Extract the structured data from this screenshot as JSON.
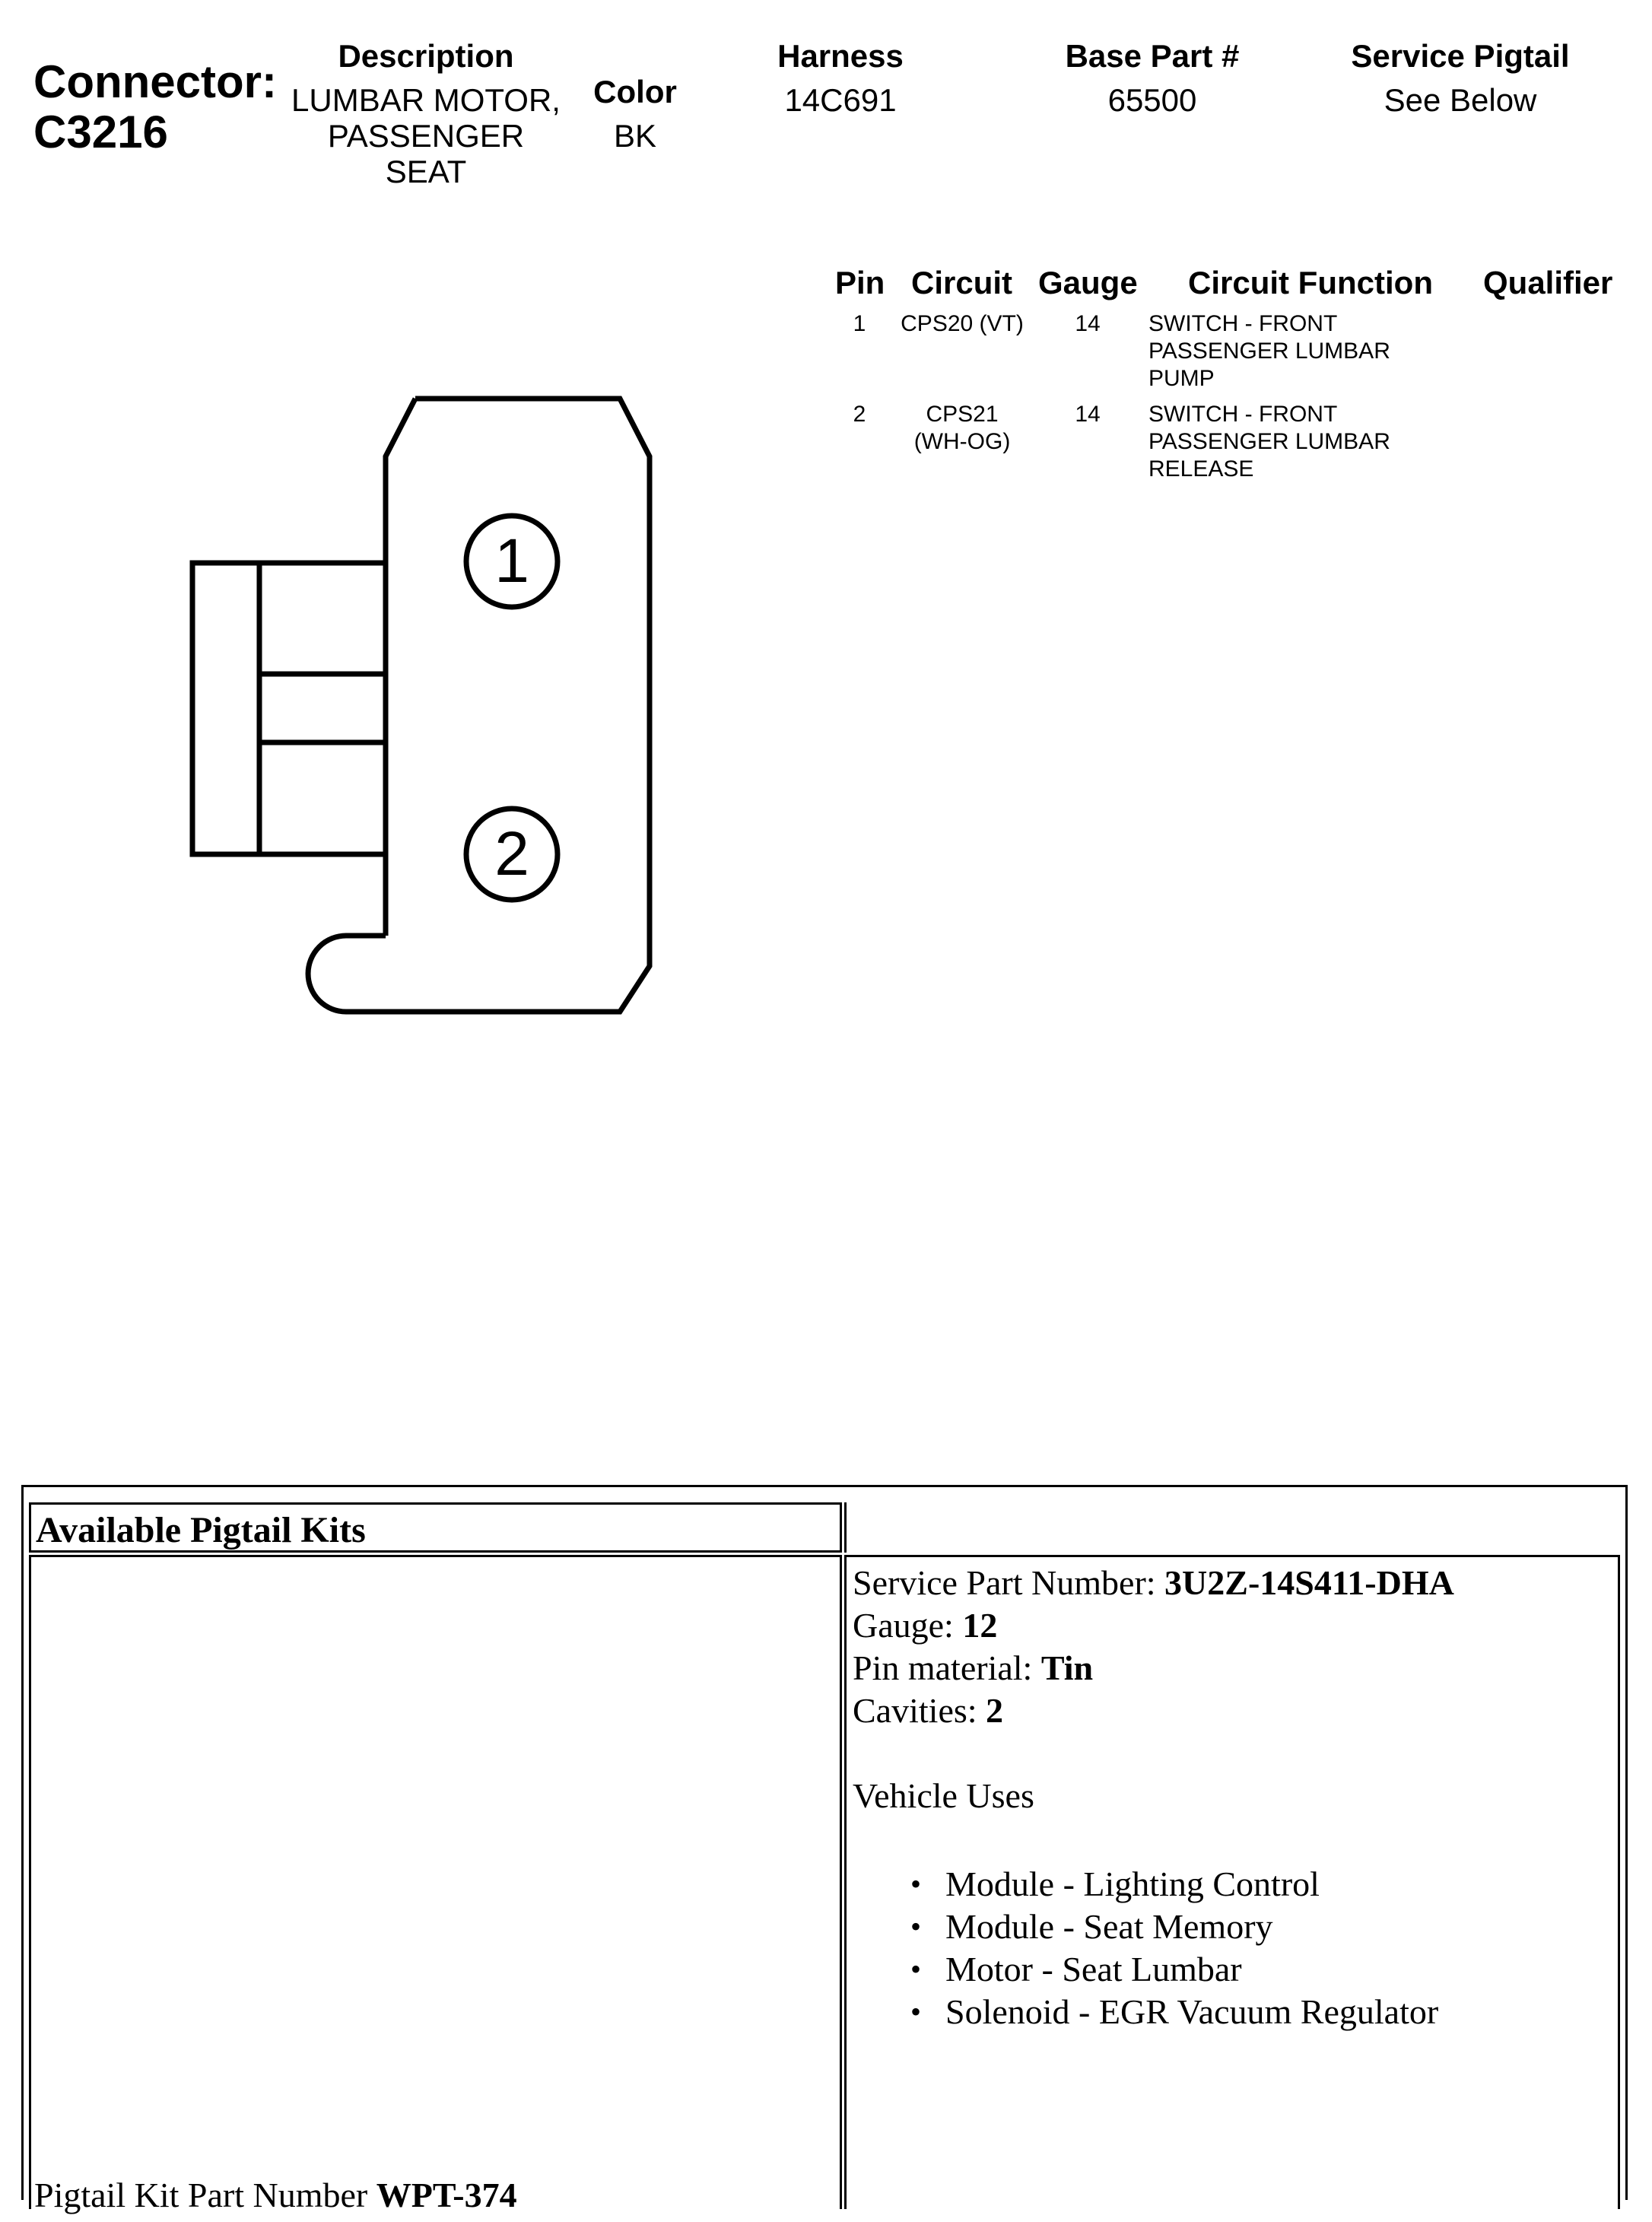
{
  "header": {
    "connector_label": "Connector:",
    "connector_id": "C3216",
    "description_title": "Description",
    "description_lines": [
      "LUMBAR MOTOR,",
      "PASSENGER",
      "SEAT"
    ],
    "color_title": "Color",
    "color_value": "BK",
    "harness_title": "Harness",
    "harness_value": "14C691",
    "base_part_title": "Base Part #",
    "base_part_value": "65500",
    "service_pigtail_title": "Service Pigtail",
    "service_pigtail_value": "See Below"
  },
  "pin_table": {
    "headers": {
      "pin": "Pin",
      "circuit": "Circuit",
      "gauge": "Gauge",
      "function": "Circuit Function",
      "qualifier": "Qualifier"
    },
    "rows": [
      {
        "pin": "1",
        "circuit_lines": [
          "CPS20 (VT)"
        ],
        "gauge": "14",
        "function_lines": [
          "SWITCH - FRONT",
          "PASSENGER LUMBAR",
          "PUMP"
        ],
        "qualifier": ""
      },
      {
        "pin": "2",
        "circuit_lines": [
          "CPS21",
          "(WH-OG)"
        ],
        "gauge": "14",
        "function_lines": [
          "SWITCH - FRONT",
          "PASSENGER LUMBAR",
          "RELEASE"
        ],
        "qualifier": ""
      }
    ]
  },
  "connector_drawing": {
    "pin_labels": [
      "1",
      "2"
    ],
    "stroke_color": "#000000"
  },
  "pigtail_kits": {
    "title": "Available Pigtail Kits",
    "kit_part_label": "Pigtail Kit Part Number ",
    "kit_part_value": "WPT-374",
    "service_part_label": "Service Part Number: ",
    "service_part_value": "3U2Z-14S411-DHA",
    "gauge_label": "Gauge: ",
    "gauge_value": "12",
    "pin_material_label": "Pin material: ",
    "pin_material_value": "Tin",
    "cavities_label": "Cavities: ",
    "cavities_value": "2",
    "vehicle_uses_title": "Vehicle Uses",
    "vehicle_uses": [
      "Module - Lighting Control",
      "Module - Seat Memory",
      "Motor - Seat Lumbar",
      "Solenoid - EGR Vacuum Regulator"
    ]
  }
}
